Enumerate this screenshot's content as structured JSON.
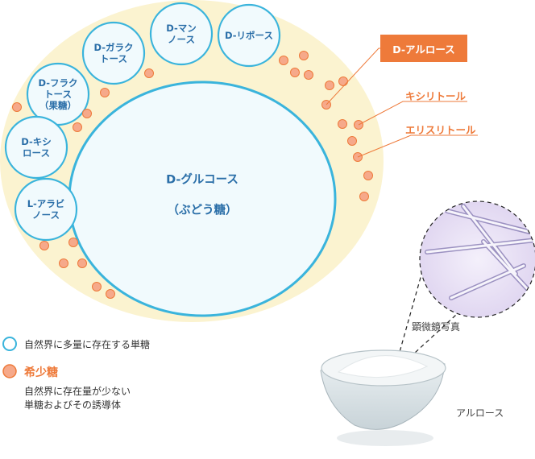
{
  "glucose": {
    "name": "D-グルコース",
    "sub": "（ぶどう糖）"
  },
  "abundant_sugars": [
    {
      "key": "mannose",
      "label": "D-マン\nノース"
    },
    {
      "key": "ribose",
      "label": "D-リボース"
    },
    {
      "key": "galactose",
      "label": "D-ガラク\nトース"
    },
    {
      "key": "fructose",
      "label": "D-フラク\nトース\n（果糖）"
    },
    {
      "key": "xylose",
      "label": "D-キシ\nロース"
    },
    {
      "key": "arabinose",
      "label": "L-アラビ\nノース"
    }
  ],
  "rare_sugars": {
    "highlight": "D-アルロース",
    "others": [
      "キシリトール",
      "エリスリトール"
    ]
  },
  "legend": {
    "abundant": "自然界に多量に存在する単糖",
    "rare_title": "希少糖",
    "rare_desc": "自然界に存在量が少ない\n単糖およびその誘導体"
  },
  "photo": {
    "micro_caption": "顕微鏡写真",
    "product_caption": "アルロース"
  },
  "colors": {
    "cream": "#fbf3d0",
    "blue": "#3ab4dc",
    "blue_fill": "#f1fafd",
    "orange": "#ee7a3a",
    "dot_fill": "#f6a98a",
    "text_blue": "#2a6ea8"
  }
}
